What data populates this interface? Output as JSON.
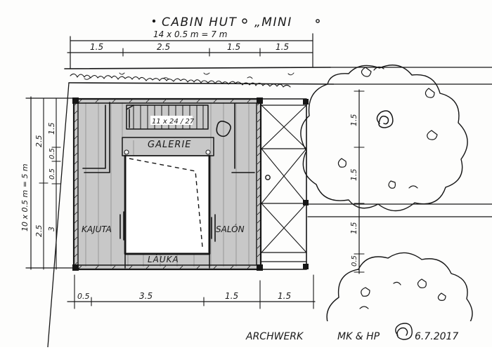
{
  "title": {
    "text": "CABIN HUT",
    "variant": "„MINI"
  },
  "dimensions": {
    "top_overall": "14 x 0.5 m = 7 m",
    "top_segments": [
      "1.5",
      "2.5",
      "1.5",
      "1.5"
    ],
    "bottom_segments": [
      "0.5",
      "3.5",
      "1.5",
      "1.5"
    ],
    "left_overall": "10 x 0.5 m = 5 m",
    "left_outer": [
      "2.5",
      "2.5"
    ],
    "left_inner": [
      "1.5",
      "0.5",
      "0.5",
      "3"
    ],
    "right_tree": [
      "1.5",
      "1.5",
      "1.5",
      "0.5"
    ]
  },
  "rooms": {
    "gallery": "GALERIE",
    "clearing": "LÁUKA",
    "cabin": "KAJUTA",
    "salon": "SALÓN",
    "stair": "11 x 24 / 27"
  },
  "signature": {
    "studio": "ARCHWERK",
    "authors": "MK & HP",
    "date": "6.7.2017"
  },
  "colors": {
    "ink": "#161616",
    "floor": "#c8c8c8",
    "paper": "#fdfdfc"
  }
}
